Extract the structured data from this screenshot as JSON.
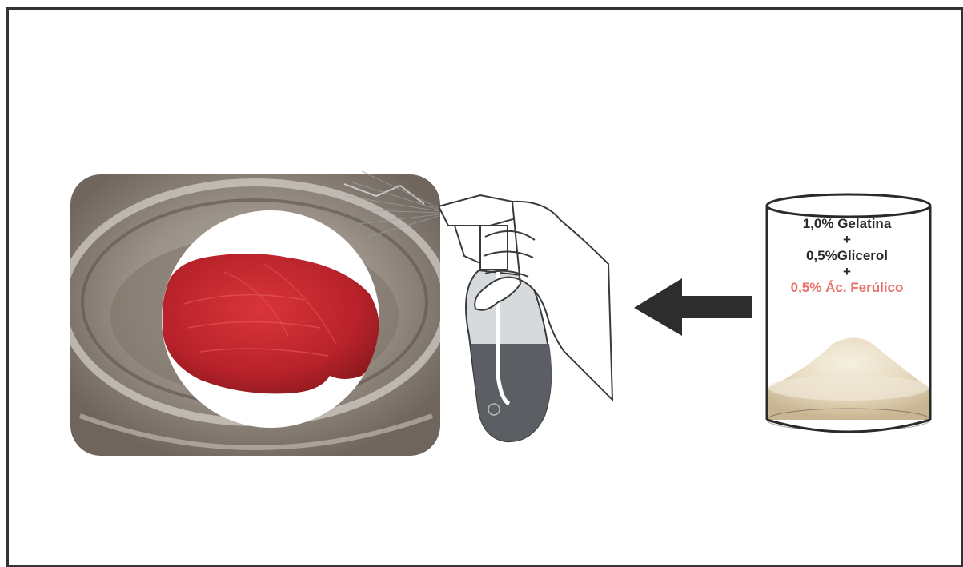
{
  "jar": {
    "lines": [
      {
        "text": "1,0% Gelatina",
        "color": "#2a2a2a"
      },
      {
        "text": "+",
        "color": "#2a2a2a"
      },
      {
        "text": "0,5%Glicerol",
        "color": "#2a2a2a"
      },
      {
        "text": "+",
        "color": "#2a2a2a"
      },
      {
        "text": "0,5% Ác. Ferúlico",
        "color": "#e8736a"
      }
    ]
  },
  "colors": {
    "frame": "#333333",
    "arrow": "#2d2d2d",
    "tuna": "#c62a2a",
    "bowl_bg": "#8c7f72",
    "powder": "#e8dcc4"
  },
  "icons": [
    "bowl-photo",
    "tuna-steak",
    "spray-bottle-icon",
    "hand-icon",
    "arrow-left-icon",
    "powder-jar-icon"
  ]
}
